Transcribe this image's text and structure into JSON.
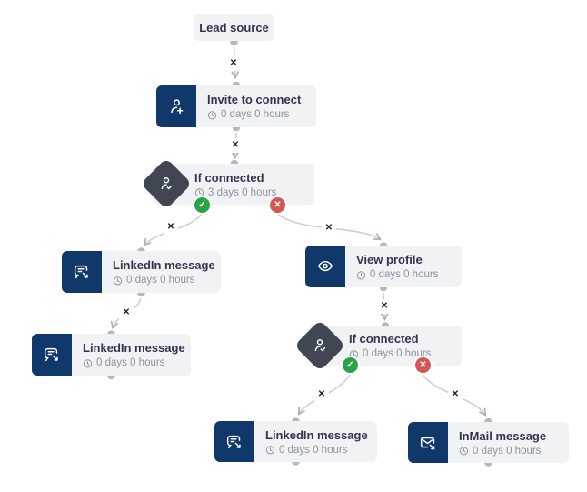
{
  "colors": {
    "navy_icon_bg": "#10386b",
    "diamond_bg": "#404652",
    "node_bg": "#f1f2f4",
    "title_text": "#33354e",
    "delay_text": "#8d93a1",
    "edge_line": "#c9cdd2",
    "connector_dot": "#b5b9be",
    "yes_green": "#29a348",
    "no_red": "#d65555",
    "edge_delete_x": "#19202c"
  },
  "edge_marker_glyph": "✕",
  "badges": {
    "yes_glyph": "✓",
    "no_glyph": "✕"
  },
  "nodes": [
    {
      "id": "lead-source",
      "title": "Lead source"
    },
    {
      "id": "invite-to-connect",
      "title": "Invite to connect",
      "delay": "0 days 0 hours",
      "icon": "person-add-icon"
    },
    {
      "id": "if-connected-1",
      "title": "If connected",
      "delay": "3 days 0 hours",
      "icon": "person-check-icon"
    },
    {
      "id": "linkedin-message-1",
      "title": "LinkedIn message",
      "delay": "0 days 0 hours",
      "icon": "chat-message-icon"
    },
    {
      "id": "linkedin-message-2",
      "title": "LinkedIn message",
      "delay": "0 days 0 hours",
      "icon": "chat-message-icon"
    },
    {
      "id": "view-profile",
      "title": "View profile",
      "delay": "0 days 0 hours",
      "icon": "eye-icon"
    },
    {
      "id": "if-connected-2",
      "title": "If connected",
      "delay": "0 days 0 hours",
      "icon": "person-check-icon"
    },
    {
      "id": "linkedin-message-3",
      "title": "LinkedIn message",
      "delay": "0 days 0 hours",
      "icon": "chat-message-icon"
    },
    {
      "id": "inmail-message",
      "title": "InMail message",
      "delay": "0 days 0 hours",
      "icon": "inmail-icon"
    }
  ]
}
